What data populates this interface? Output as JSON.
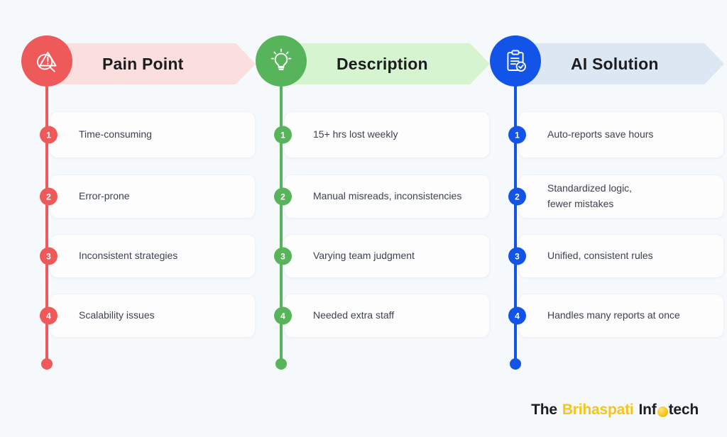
{
  "page": {
    "background_color": "#f6f9fc",
    "card_background": "#fdfdfe",
    "text_color": "#3c4250"
  },
  "columns": [
    {
      "id": "pain-point",
      "title": "Pain Point",
      "icon": "warning-magnifier-icon",
      "accent_color": "#ee5a5a",
      "banner_color": "#fbdede",
      "items": [
        {
          "num": "1",
          "text": "Time-consuming"
        },
        {
          "num": "2",
          "text": "Error-prone"
        },
        {
          "num": "3",
          "text": "Inconsistent strategies"
        },
        {
          "num": "4",
          "text": "Scalability issues"
        }
      ]
    },
    {
      "id": "description",
      "title": "Description",
      "icon": "lightbulb-icon",
      "accent_color": "#57b45a",
      "banner_color": "#d5f4cf",
      "items": [
        {
          "num": "1",
          "text": "15+ hrs lost weekly"
        },
        {
          "num": "2",
          "text": "Manual misreads, inconsistencies"
        },
        {
          "num": "3",
          "text": "Varying team judgment"
        },
        {
          "num": "4",
          "text": "Needed extra staff"
        }
      ]
    },
    {
      "id": "ai-solution",
      "title": "AI  Solution",
      "icon": "clipboard-check-icon",
      "accent_color": "#1254e8",
      "banner_color": "#dde6f3",
      "items": [
        {
          "num": "1",
          "text": "Auto-reports save hours"
        },
        {
          "num": "2",
          "text": "Standardized logic, fewer mistakes"
        },
        {
          "num": "3",
          "text": "Unified, consistent rules"
        },
        {
          "num": "4",
          "text": "Handles many reports at once"
        }
      ]
    }
  ],
  "logo": {
    "the": "The",
    "brand": "Brihaspati",
    "inf": "Inf",
    "tech": "tech",
    "globe_icon": "globe-icon",
    "brand_color": "#f5c518",
    "text_color": "#1d1d1f"
  }
}
